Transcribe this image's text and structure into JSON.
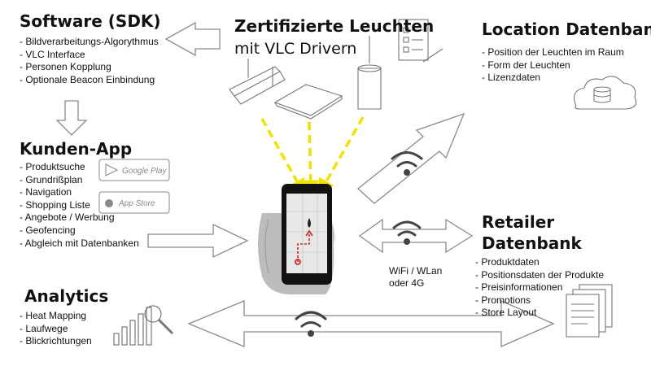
{
  "software": {
    "title": "Software (SDK)",
    "items": [
      "Bildverarbeitungs-Algorythmus",
      "VLC Interface",
      "Personen Kopplung",
      "Optionale Beacon Einbindung"
    ]
  },
  "leuchten": {
    "title": "Zertifizierte Leuchten",
    "subtitle": "mit VLC Drivern"
  },
  "location": {
    "title": "Location Datenbank",
    "items": [
      "Position der Leuchten im Raum",
      "Form der Leuchten",
      "Lizenzdaten"
    ]
  },
  "kunden": {
    "title": "Kunden-App",
    "items": [
      "Produktsuche",
      "Grundrißplan",
      "Navigation",
      "Shopping Liste",
      "Angebote / Werbung",
      "Geofencing",
      "Abgleich mit Datenbanken"
    ]
  },
  "retailer": {
    "title_line1": "Retailer",
    "title_line2": "Datenbank",
    "items": [
      "Produktdaten",
      "Positionsdaten der Produkte",
      "Preisinformationen",
      "Promotions",
      "Store Layout"
    ]
  },
  "wifi": {
    "line1": "WiFi / WLan",
    "line2": "oder 4G"
  },
  "analytics": {
    "title": "Analytics",
    "items": [
      "Heat Mapping",
      "Laufwege",
      "Blickrichtungen"
    ]
  },
  "badges": {
    "google_play": "Google Play",
    "app_store": "App Store"
  },
  "colors": {
    "light_rays": "#f2e200",
    "route": "#d8241f",
    "sketch_line": "#8a8a8a"
  },
  "icons": [
    "arrow-left-icon",
    "arrow-down-icon",
    "arrow-right-icon",
    "double-arrow-icon",
    "wifi-icon",
    "cloud-database-icon",
    "checklist-icon",
    "ceiling-lamp-icon",
    "smartphone-icon",
    "document-stack-icon",
    "bar-chart-magnifier-icon"
  ]
}
